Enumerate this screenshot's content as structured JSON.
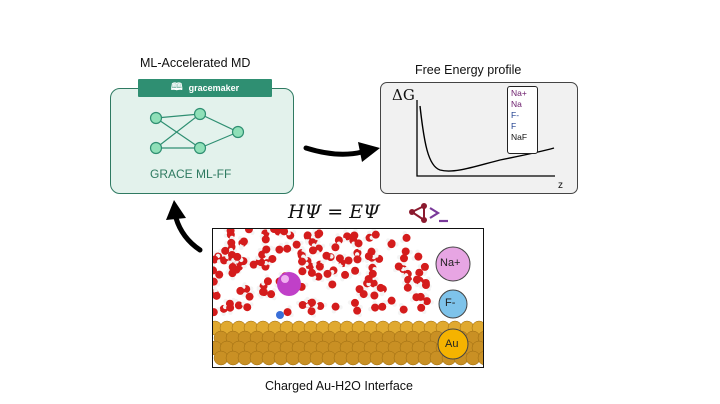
{
  "ml_md": {
    "title": "ML-Accelerated MD",
    "badge_label": "gracemaker",
    "badge_icon": "book-icon",
    "model_label": "GRACE ML-FF",
    "color": "#2f8f72"
  },
  "free_energy": {
    "title": "Free Energy profile",
    "y_label": "ΔG",
    "x_label": "z",
    "legend": [
      {
        "label": "Na+",
        "color": "#6b1b6b"
      },
      {
        "label": "Na",
        "color": "#6b1b6b"
      },
      {
        "label": "F-",
        "color": "#1f3f8f"
      },
      {
        "label": "F",
        "color": "#1f3f8f"
      },
      {
        "label": "NaF",
        "color": "#111111"
      }
    ]
  },
  "equation": "HΨ = EΨ",
  "interface": {
    "title": "Charged Au-H2O Interface",
    "ions": [
      {
        "label": "Na+",
        "color": "#e7a5e3"
      },
      {
        "label": "F-",
        "color": "#7ec3ea"
      },
      {
        "label": "Au",
        "color": "#f5b300"
      }
    ]
  }
}
